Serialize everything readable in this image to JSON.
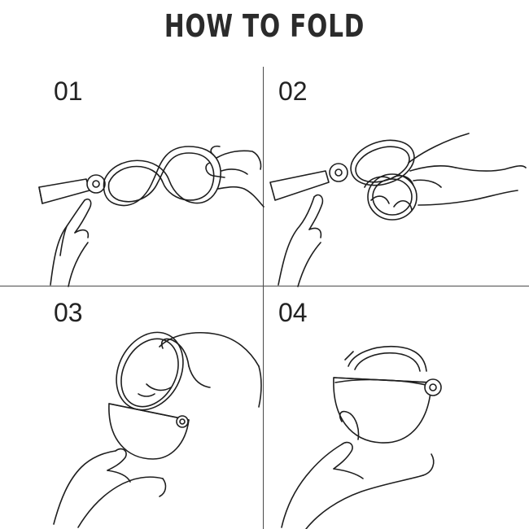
{
  "title": "HOW TO FOLD",
  "steps": [
    {
      "number": "01"
    },
    {
      "number": "02"
    },
    {
      "number": "03"
    },
    {
      "number": "04"
    }
  ]
}
